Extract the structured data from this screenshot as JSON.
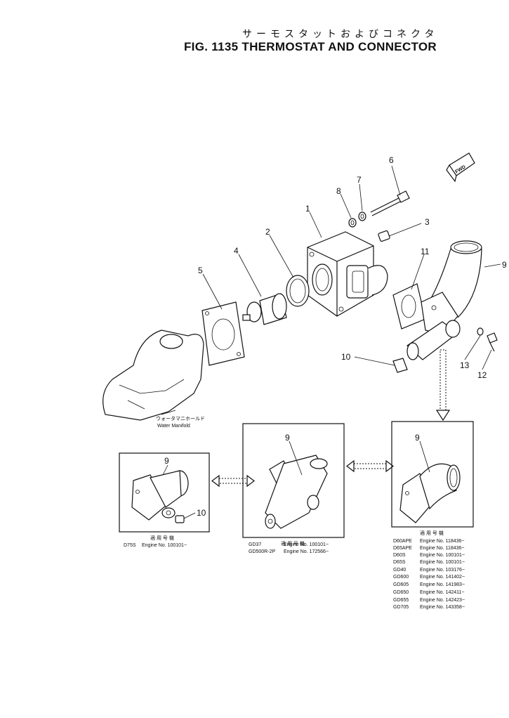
{
  "title": {
    "japanese": "サーモスタットおよびコネクタ",
    "english": "FIG. 1135  THERMOSTAT AND CONNECTOR"
  },
  "fwd_label": "FWD",
  "manifold_label": {
    "japanese": "ウォータマニホールド",
    "english": "Water Manifold"
  },
  "callouts": [
    "1",
    "2",
    "3",
    "4",
    "5",
    "6",
    "7",
    "8",
    "9",
    "10",
    "11",
    "12",
    "13"
  ],
  "panel_left": {
    "callouts": [
      "9",
      "10"
    ],
    "applicability_header": "適 用 号 機",
    "rows": [
      {
        "model": "D75S",
        "engine": "Engine No. 100101~"
      }
    ]
  },
  "panel_middle": {
    "callouts": [
      "9"
    ],
    "applicability_header": "適 用 号 機",
    "rows": [
      {
        "model": "GD37",
        "engine": "Engine No. 100101~"
      },
      {
        "model": "GD500R-2P",
        "engine": "Engine No. 172566~"
      }
    ]
  },
  "panel_right": {
    "callouts": [
      "9"
    ],
    "applicability_header": "適 用 号 機",
    "rows": [
      {
        "model": "D60APE",
        "engine": "Engine No. 118436~"
      },
      {
        "model": "D65APE",
        "engine": "Engine No. 118436~"
      },
      {
        "model": "D60S",
        "engine": "Engine No. 100101~"
      },
      {
        "model": "D65S",
        "engine": "Engine No. 100101~"
      },
      {
        "model": "GD40",
        "engine": "Engine No. 103176~"
      },
      {
        "model": "GD600",
        "engine": "Engine No. 141402~"
      },
      {
        "model": "GD605",
        "engine": "Engine No. 141983~"
      },
      {
        "model": "GD650",
        "engine": "Engine No. 142411~"
      },
      {
        "model": "GD655",
        "engine": "Engine No. 142423~"
      },
      {
        "model": "GD705",
        "engine": "Engine No. 143358~"
      }
    ]
  }
}
